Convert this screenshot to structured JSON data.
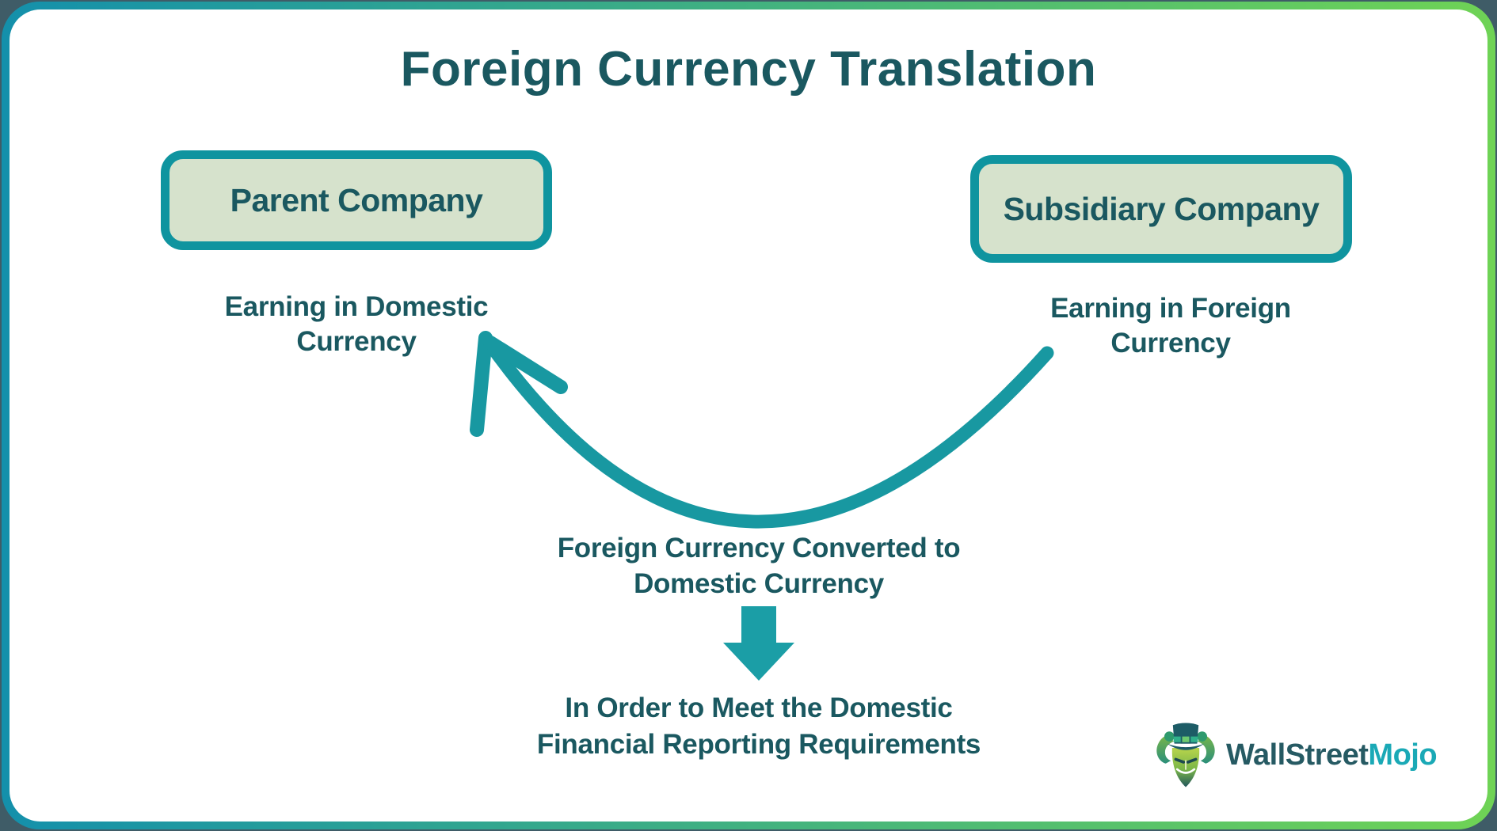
{
  "title": "Foreign Currency Translation",
  "boxes": {
    "parent": {
      "label": "Parent Company"
    },
    "subsidiary": {
      "label": "Subsidiary Company"
    }
  },
  "labels": {
    "earning_domestic": {
      "lines": [
        "Earning in Domestic",
        "Currency"
      ]
    },
    "earning_foreign": {
      "lines": [
        "Earning in Foreign",
        "Currency"
      ]
    },
    "converted": {
      "lines": [
        "Foreign Currency Converted to",
        "Domestic Currency"
      ]
    },
    "requirements": {
      "lines": [
        "In Order to Meet the Domestic",
        "Financial Reporting Requirements"
      ]
    }
  },
  "arrows": {
    "curved_arrow_meaning": "flow from subsidiary earnings to parent company",
    "down_arrow_meaning": "leads to reporting requirement"
  },
  "logo": {
    "brand_primary": "WallStreet",
    "brand_secondary": "Mojo",
    "mascot": "bull-with-top-hat"
  },
  "colors": {
    "teal_border": "#1490ab",
    "green_border": "#6fd355",
    "canvas_dark": "#3f5c67",
    "box_border": "#0f949f",
    "box_fill": "#d6e2cc",
    "text_dark": "#1a5860",
    "arrow": "#1898a1",
    "arrow2": "#1b9ea6",
    "logo_accent": "#1aa9b6",
    "logo_dark": "#265a63",
    "white": "#ffffff"
  }
}
